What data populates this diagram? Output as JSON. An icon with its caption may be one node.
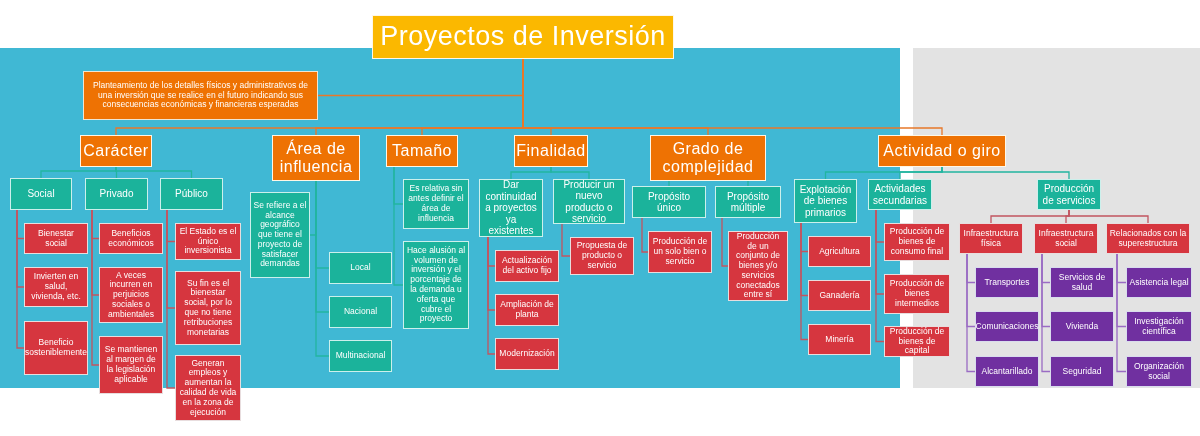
{
  "diagram": {
    "nodes": [
      {
        "text": [
          "Proyectos de Inversión"
        ]
      },
      {
        "text": [
          "Planteamiento de los detalles físicos y administrativos de una inversión que se realice en el futuro indicando sus consecuencias económicas y financieras esperadas"
        ]
      },
      {
        "text": [
          "Carácter"
        ]
      },
      {
        "text": [
          "Área de influencia"
        ]
      },
      {
        "text": [
          "Tamaño"
        ]
      },
      {
        "text": [
          "Finalidad"
        ]
      },
      {
        "text": [
          "Grado de complejidad"
        ]
      },
      {
        "text": [
          "Actividad o giro"
        ]
      },
      {
        "text": [
          "Social"
        ]
      },
      {
        "text": [
          "Privado"
        ]
      },
      {
        "text": [
          "Público"
        ]
      },
      {
        "text": [
          "Bienestar social"
        ]
      },
      {
        "text": [
          "Invierten en salud, vivienda, etc."
        ]
      },
      {
        "text": [
          "Beneficio sosteniblemente"
        ]
      },
      {
        "text": [
          "Beneficios económicos"
        ]
      },
      {
        "text": [
          "A veces incurren en perjuicios sociales o ambientales"
        ]
      },
      {
        "text": [
          "Se mantienen al margen de la legislación aplicable"
        ]
      },
      {
        "text": [
          "El Estado es el único inversionista"
        ]
      },
      {
        "text": [
          "Su fin es el bienestar social, por lo que no tiene retribuciones monetarias"
        ]
      },
      {
        "text": [
          "Generan empleos y aumentan la calidad de vida en la zona de ejecución"
        ]
      },
      {
        "text": [
          "Se refiere a el alcance geográfico que tiene el proyecto de satisfacer demandas"
        ]
      },
      {
        "text": [
          "Local"
        ]
      },
      {
        "text": [
          "Nacional"
        ]
      },
      {
        "text": [
          "Multinacional"
        ]
      },
      {
        "text": [
          "Es relativa sin antes definir el área de influencia"
        ]
      },
      {
        "text": [
          "Hace alusión al volumen de inversión y el porcentaje de la demanda u oferta que cubre el proyecto"
        ]
      },
      {
        "text": [
          "Dar continuidad a proyectos ya existentes"
        ]
      },
      {
        "text": [
          "Producir un nuevo producto o servicio"
        ]
      },
      {
        "text": [
          "Actualización del activo fijo"
        ]
      },
      {
        "text": [
          "Ampliación de planta"
        ]
      },
      {
        "text": [
          "Modernización"
        ]
      },
      {
        "text": [
          "Propuesta de producto o servicio"
        ]
      },
      {
        "text": [
          "Propósito único"
        ]
      },
      {
        "text": [
          "Propósito múltiple"
        ]
      },
      {
        "text": [
          "Producción de un solo bien o servicio"
        ]
      },
      {
        "text": [
          "Producción de un conjunto de bienes y/o servicios conectados entre sí"
        ]
      },
      {
        "text": [
          "Explotación de bienes primarios"
        ]
      },
      {
        "text": [
          "Actividades secundarias"
        ]
      },
      {
        "text": [
          "Producción de servicios"
        ]
      },
      {
        "text": [
          "Agricultura"
        ]
      },
      {
        "text": [
          "Ganadería"
        ]
      },
      {
        "text": [
          "Minería"
        ]
      },
      {
        "text": [
          "Producción de bienes de consumo final"
        ]
      },
      {
        "text": [
          "Producción de bienes intermedios"
        ]
      },
      {
        "text": [
          "Producción de bienes de capital"
        ]
      },
      {
        "text": [
          "Infraestructura física"
        ]
      },
      {
        "text": [
          "Infraestructura social"
        ]
      },
      {
        "text": [
          "Relacionados con la superestructura"
        ]
      },
      {
        "text": [
          "Transportes"
        ]
      },
      {
        "text": [
          "Comunicaciones"
        ]
      },
      {
        "text": [
          "Alcantarillado"
        ]
      },
      {
        "text": [
          "Servicios de salud"
        ]
      },
      {
        "text": [
          "Vivienda"
        ]
      },
      {
        "text": [
          "Seguridad"
        ]
      },
      {
        "text": [
          "Asistencia legal"
        ]
      },
      {
        "text": [
          "Investigación científica"
        ]
      },
      {
        "text": [
          "Organización social"
        ]
      }
    ],
    "edges": [
      {
        "from": 0,
        "to": 1,
        "arrow": "none",
        "color": "#e8782a"
      },
      {
        "from": 0,
        "to": 2,
        "arrow": "none",
        "color": "#e8782a"
      },
      {
        "from": 0,
        "to": 3,
        "arrow": "none",
        "color": "#e8782a"
      },
      {
        "from": 0,
        "to": 4,
        "arrow": "none",
        "color": "#e8782a"
      },
      {
        "from": 0,
        "to": 5,
        "arrow": "none",
        "color": "#e8782a"
      },
      {
        "from": 0,
        "to": 6,
        "arrow": "none",
        "color": "#e8782a"
      },
      {
        "from": 0,
        "to": 7,
        "arrow": "none",
        "color": "#e8782a"
      },
      {
        "from": 2,
        "to": 8,
        "arrow": "none",
        "color": "#22b5a0"
      },
      {
        "from": 2,
        "to": 9,
        "arrow": "none",
        "color": "#22b5a0"
      },
      {
        "from": 2,
        "to": 10,
        "arrow": "none",
        "color": "#22b5a0"
      },
      {
        "from": 8,
        "to": 11,
        "arrow": "none"
      },
      {
        "from": 8,
        "to": 12,
        "arrow": "none"
      },
      {
        "from": 8,
        "to": 13,
        "arrow": "none"
      },
      {
        "from": 9,
        "to": 14,
        "arrow": "none"
      },
      {
        "from": 9,
        "to": 15,
        "arrow": "none"
      },
      {
        "from": 9,
        "to": 16,
        "arrow": "none"
      },
      {
        "from": 10,
        "to": 17,
        "arrow": "none"
      },
      {
        "from": 10,
        "to": 18,
        "arrow": "none"
      },
      {
        "from": 10,
        "to": 19,
        "arrow": "none"
      },
      {
        "from": 3,
        "to": 20,
        "arrow": "none",
        "color": "#22b5a0"
      },
      {
        "from": 3,
        "to": 21,
        "arrow": "none",
        "color": "#22b5a0"
      },
      {
        "from": 3,
        "to": 22,
        "arrow": "none",
        "color": "#22b5a0"
      },
      {
        "from": 3,
        "to": 23,
        "arrow": "none",
        "color": "#22b5a0"
      },
      {
        "from": 4,
        "to": 24,
        "arrow": "none",
        "color": "#22b5a0"
      },
      {
        "from": 4,
        "to": 25,
        "arrow": "none",
        "color": "#22b5a0"
      },
      {
        "from": 5,
        "to": 26,
        "arrow": "none",
        "color": "#22b5a0"
      },
      {
        "from": 5,
        "to": 27,
        "arrow": "none",
        "color": "#22b5a0"
      },
      {
        "from": 26,
        "to": 28,
        "arrow": "none"
      },
      {
        "from": 26,
        "to": 29,
        "arrow": "none"
      },
      {
        "from": 26,
        "to": 30,
        "arrow": "none"
      },
      {
        "from": 27,
        "to": 31,
        "arrow": "none"
      },
      {
        "from": 6,
        "to": 32,
        "arrow": "none",
        "color": "#22b5a0"
      },
      {
        "from": 6,
        "to": 33,
        "arrow": "none",
        "color": "#22b5a0"
      },
      {
        "from": 32,
        "to": 34,
        "arrow": "none"
      },
      {
        "from": 33,
        "to": 35,
        "arrow": "none"
      },
      {
        "from": 7,
        "to": 36,
        "arrow": "none",
        "color": "#22b5a0"
      },
      {
        "from": 7,
        "to": 37,
        "arrow": "none",
        "color": "#22b5a0"
      },
      {
        "from": 7,
        "to": 38,
        "arrow": "none",
        "color": "#22b5a0"
      },
      {
        "from": 36,
        "to": 39,
        "arrow": "none"
      },
      {
        "from": 36,
        "to": 40,
        "arrow": "none"
      },
      {
        "from": 36,
        "to": 41,
        "arrow": "none"
      },
      {
        "from": 37,
        "to": 42,
        "arrow": "none"
      },
      {
        "from": 37,
        "to": 43,
        "arrow": "none"
      },
      {
        "from": 37,
        "to": 44,
        "arrow": "none"
      },
      {
        "from": 38,
        "to": 45,
        "arrow": "none"
      },
      {
        "from": 38,
        "to": 46,
        "arrow": "none"
      },
      {
        "from": 38,
        "to": 47,
        "arrow": "none"
      },
      {
        "from": 45,
        "to": 48,
        "arrow": "none",
        "color": "#9a6cc4"
      },
      {
        "from": 45,
        "to": 49,
        "arrow": "none",
        "color": "#9a6cc4"
      },
      {
        "from": 45,
        "to": 50,
        "arrow": "none",
        "color": "#9a6cc4"
      },
      {
        "from": 46,
        "to": 51,
        "arrow": "none",
        "color": "#9a6cc4"
      },
      {
        "from": 46,
        "to": 52,
        "arrow": "none",
        "color": "#9a6cc4"
      },
      {
        "from": 46,
        "to": 53,
        "arrow": "none",
        "color": "#9a6cc4"
      },
      {
        "from": 47,
        "to": 54,
        "arrow": "none",
        "color": "#9a6cc4"
      },
      {
        "from": 47,
        "to": 55,
        "arrow": "none",
        "color": "#9a6cc4"
      },
      {
        "from": 47,
        "to": 56,
        "arrow": "none",
        "color": "#9a6cc4"
      }
    ]
  }
}
